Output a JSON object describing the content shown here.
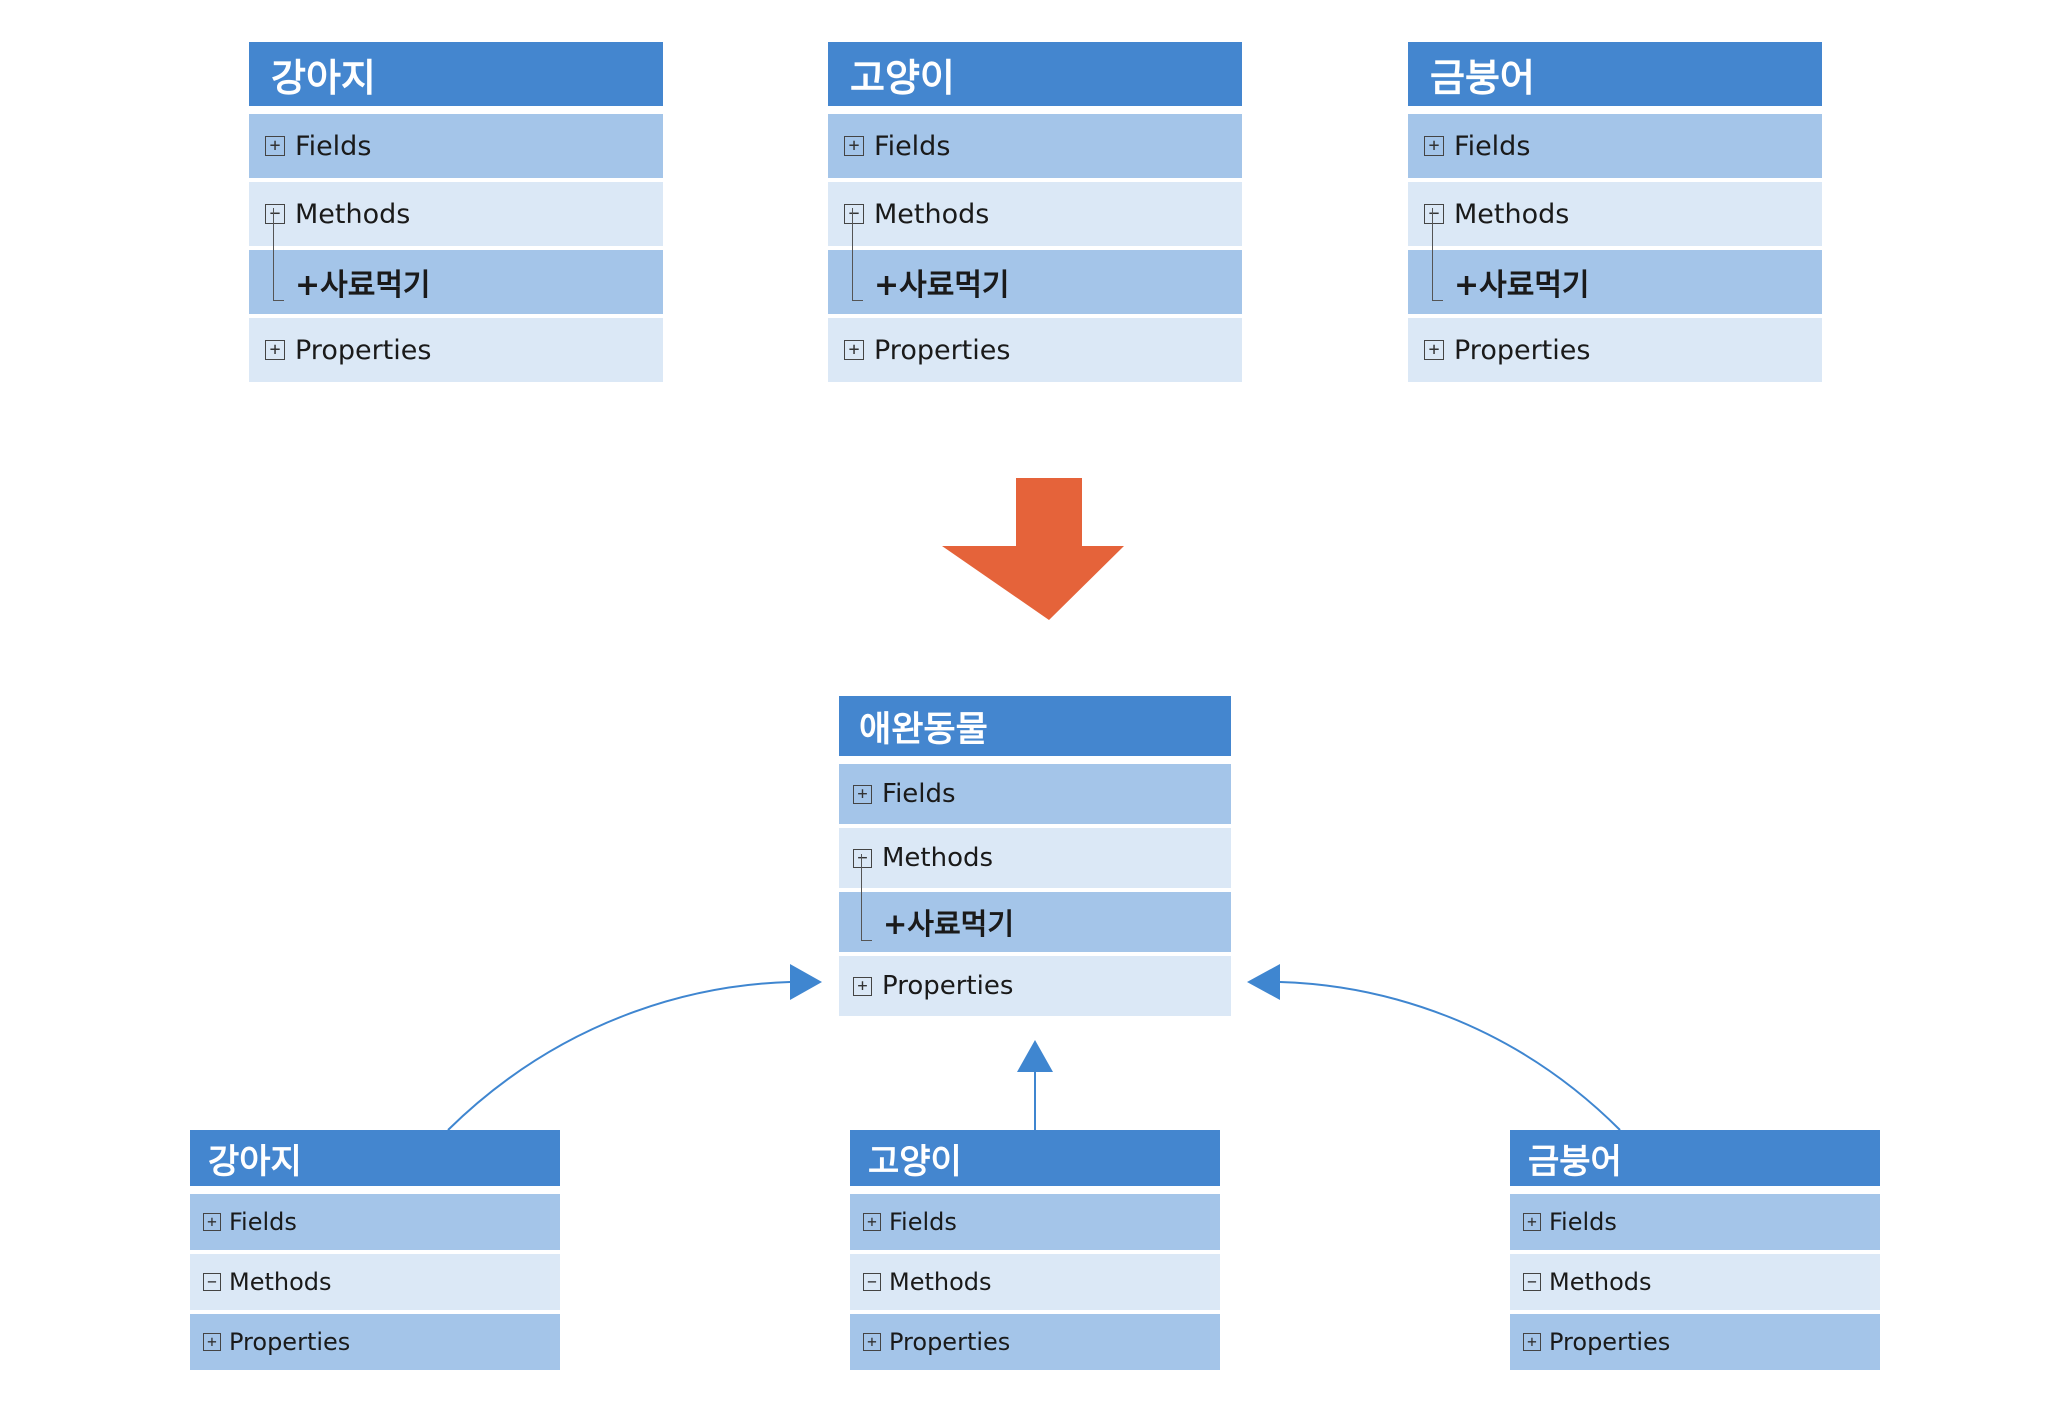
{
  "top_classes": [
    {
      "title": "강아지",
      "fields": "Fields",
      "methods": "Methods",
      "method_item": "+사료먹기",
      "properties": "Properties"
    },
    {
      "title": "고양이",
      "fields": "Fields",
      "methods": "Methods",
      "method_item": "+사료먹기",
      "properties": "Properties"
    },
    {
      "title": "금붕어",
      "fields": "Fields",
      "methods": "Methods",
      "method_item": "+사료먹기",
      "properties": "Properties"
    }
  ],
  "base_class": {
    "title": "애완동물",
    "fields": "Fields",
    "methods": "Methods",
    "method_item": "+사료먹기",
    "properties": "Properties"
  },
  "derived_classes": [
    {
      "title": "강아지",
      "fields": "Fields",
      "methods": "Methods",
      "properties": "Properties"
    },
    {
      "title": "고양이",
      "fields": "Fields",
      "methods": "Methods",
      "properties": "Properties"
    },
    {
      "title": "금붕어",
      "fields": "Fields",
      "methods": "Methods",
      "properties": "Properties"
    }
  ],
  "icons": {
    "expand": "⊞",
    "collapse": "⊟",
    "expand_glyph": "+",
    "collapse_glyph": "−"
  },
  "colors": {
    "header": "#4486cf",
    "row_dark": "#a4c5e9",
    "row_light": "#dbe8f6",
    "down_arrow": "#e5633a",
    "inherit_arrow": "#3f86d0"
  }
}
